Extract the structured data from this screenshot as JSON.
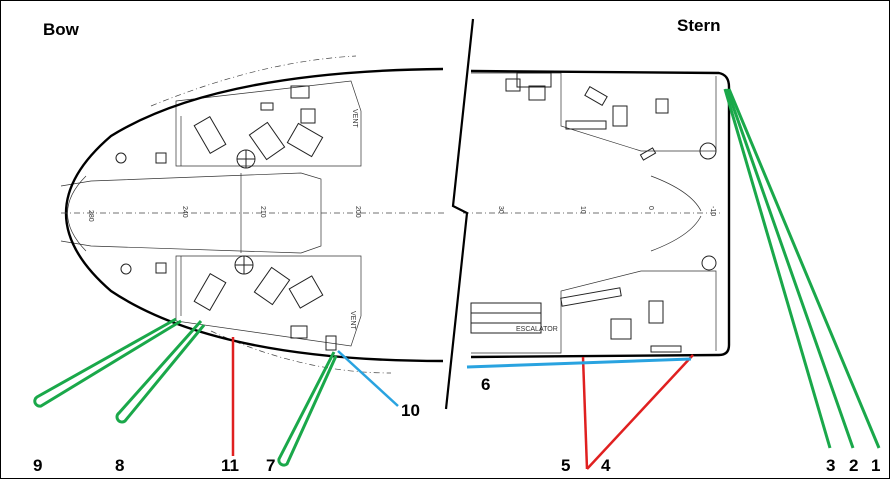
{
  "sections": {
    "bow_title": "Bow",
    "stern_title": "Stern"
  },
  "colors": {
    "mooring_line": "#1aa84a",
    "spring_line": "#e02020",
    "breast_line": "#29a3e0",
    "hull": "#000000"
  },
  "centerline_ticks": {
    "bow": [
      "280",
      "240",
      "210",
      "200"
    ],
    "stern": [
      "30",
      "10",
      "0",
      "-10"
    ]
  },
  "deck_text": {
    "vent_top": "VENT",
    "vent_bottom": "VENT",
    "escalator": "ESCALATOR"
  },
  "lines": [
    {
      "number": "1",
      "type": "mooring"
    },
    {
      "number": "2",
      "type": "mooring"
    },
    {
      "number": "3",
      "type": "mooring"
    },
    {
      "number": "4",
      "type": "spring"
    },
    {
      "number": "5",
      "type": "spring"
    },
    {
      "number": "6",
      "type": "breast"
    },
    {
      "number": "7",
      "type": "mooring"
    },
    {
      "number": "8",
      "type": "mooring"
    },
    {
      "number": "9",
      "type": "mooring"
    },
    {
      "number": "10",
      "type": "breast"
    },
    {
      "number": "11",
      "type": "spring"
    }
  ]
}
